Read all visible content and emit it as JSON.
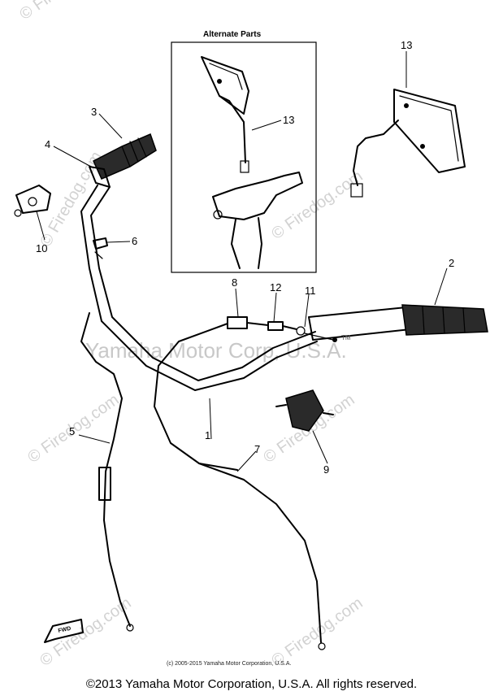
{
  "diagram": {
    "alternate_parts_title": "Alternate Parts",
    "part_labels": [
      {
        "id": "p1",
        "text": "1"
      },
      {
        "id": "p2",
        "text": "2"
      },
      {
        "id": "p3",
        "text": "3"
      },
      {
        "id": "p4",
        "text": "4"
      },
      {
        "id": "p5",
        "text": "5"
      },
      {
        "id": "p6",
        "text": "6"
      },
      {
        "id": "p7",
        "text": "7"
      },
      {
        "id": "p8",
        "text": "8"
      },
      {
        "id": "p9",
        "text": "9"
      },
      {
        "id": "p10",
        "text": "10"
      },
      {
        "id": "p11",
        "text": "11"
      },
      {
        "id": "p12",
        "text": "12"
      },
      {
        "id": "p13a",
        "text": "13"
      },
      {
        "id": "p13b",
        "text": "13"
      }
    ],
    "forward_arrow_text": "FWD",
    "trademark": "TM"
  },
  "watermarks": {
    "firedog": "© Firedog.com",
    "yamaha": "Yamaha Motor Corp, U.S.A."
  },
  "footer": {
    "small_copyright": "(c) 2005-2015 Yamaha Motor Corporation, U.S.A.",
    "copyright": "©2013 Yamaha Motor Corporation, U.S.A. All rights reserved."
  }
}
